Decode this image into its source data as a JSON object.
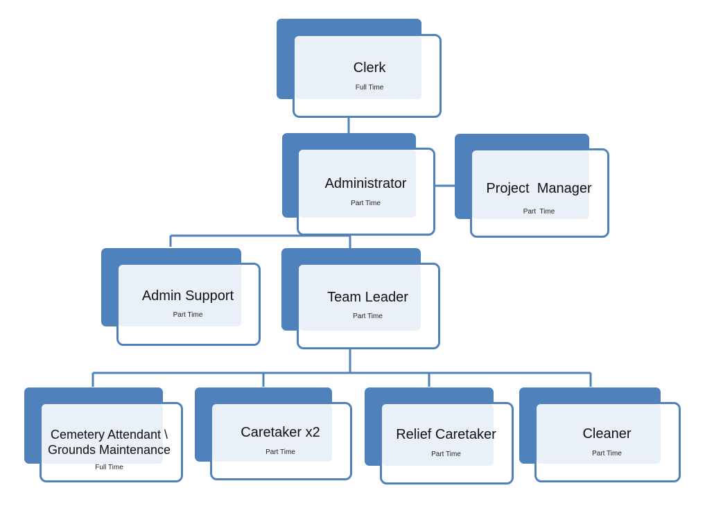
{
  "diagram": {
    "colors": {
      "primary": "#4f81bd",
      "overlap": "#eaf0f8",
      "background": "#ffffff"
    },
    "nodes": {
      "clerk": {
        "title": "Clerk",
        "hours": "Full Time"
      },
      "administrator": {
        "title": "Administrator",
        "hours": "Part Time"
      },
      "project_manager": {
        "title": "Project  Manager",
        "hours": "Part  Time"
      },
      "admin_support": {
        "title": "Admin Support",
        "hours": "Part Time"
      },
      "team_leader": {
        "title": "Team Leader",
        "hours": "Part Time"
      },
      "cemetery_attendant": {
        "title_line1": "Cemetery Attendant \\",
        "title_line2": "Grounds Maintenance",
        "hours": "Full Time"
      },
      "caretaker": {
        "title": "Caretaker x2",
        "hours": "Part Time"
      },
      "relief_caretaker": {
        "title": "Relief Caretaker",
        "hours": "Part Time"
      },
      "cleaner": {
        "title": "Cleaner",
        "hours": "Part Time"
      }
    }
  }
}
